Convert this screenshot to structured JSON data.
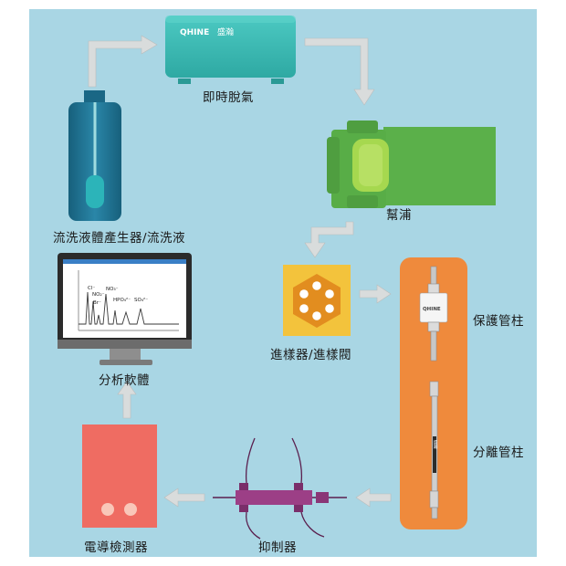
{
  "brand": {
    "logo": "QHINE",
    "name": "盛瀚"
  },
  "components": {
    "degasser": "即時脫氣",
    "pump": "幫浦",
    "eluent": "流洗液體產生器/流洗液",
    "injector": "進樣器/進樣閥",
    "guard_column": "保護管柱",
    "separation_column": "分離管柱",
    "suppressor": "抑制器",
    "detector": "電導檢測器",
    "software": "分析軟體"
  },
  "chromatogram": {
    "peaks": [
      "Cl⁻",
      "NO₂⁻",
      "Br⁻",
      "NO₃⁻",
      "HPO₄²⁻",
      "SO₄²⁻"
    ]
  },
  "colors": {
    "background": "#a9d6e4",
    "degasser": "#3bbdb6",
    "pump": "#5bb04a",
    "pump_chamber": "#a6d84f",
    "eluent_bottle": "#1e6f8e",
    "injector": "#f3c33c",
    "column_panel": "#ef8a3c",
    "suppressor": "#9c3f86",
    "detector": "#ef6c62",
    "arrow": "#d9dcdc"
  }
}
